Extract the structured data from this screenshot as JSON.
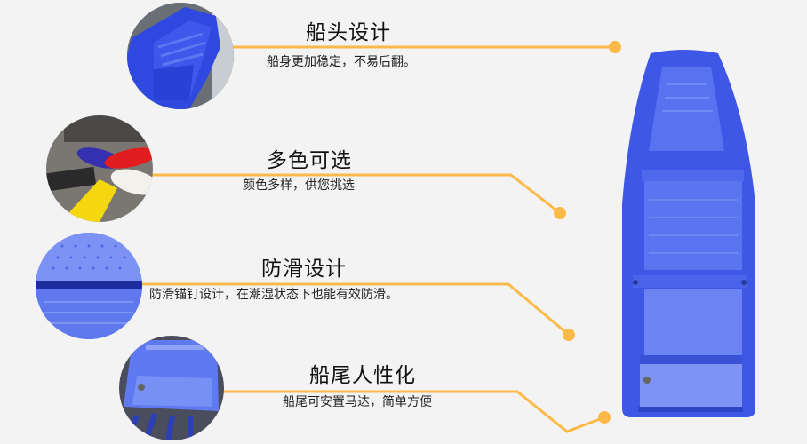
{
  "features": [
    {
      "title": "船头设计",
      "desc": "船身更加稳定，不易后翻。",
      "image": "boat-bow-closeup"
    },
    {
      "title": "多色可选",
      "desc": "颜色多样，供您挑选",
      "image": "multicolor-boats"
    },
    {
      "title": "防滑设计",
      "desc": "防滑锚钉设计，在潮湿状态下也能有效防滑。",
      "image": "anti-slip-surface"
    },
    {
      "title": "船尾人性化",
      "desc": "船尾可安置马达，简单方便",
      "image": "boat-stern-closeup"
    }
  ],
  "colors": {
    "background": "#f3f3f3",
    "accent_line": "#ffb948",
    "boat_blue": "#3f57e6"
  },
  "product_image": "blue-plastic-boat-top-view"
}
